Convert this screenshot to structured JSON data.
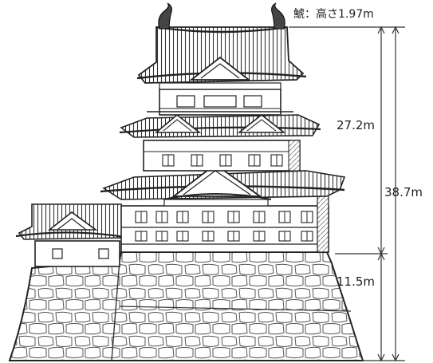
{
  "annotations": {
    "shachi_height": "鯱：高さ1.97m",
    "tower_height": "27.2m",
    "total_height": "38.7m",
    "base_height": "11.5m"
  }
}
